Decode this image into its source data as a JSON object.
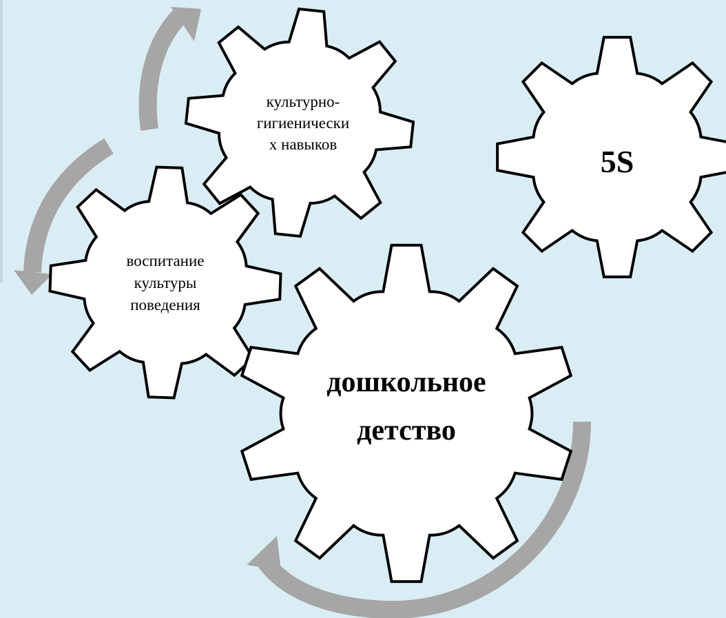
{
  "diagram": {
    "gears": {
      "hygiene": {
        "lines": [
          "культурно-",
          "гигиенически",
          "х навыков"
        ]
      },
      "behavior": {
        "lines": [
          "воспитание",
          "культуры",
          "поведения"
        ]
      },
      "fives": {
        "lines": [
          "5S"
        ]
      },
      "preschool": {
        "lines": [
          "дошкольное",
          "детство"
        ]
      }
    }
  }
}
